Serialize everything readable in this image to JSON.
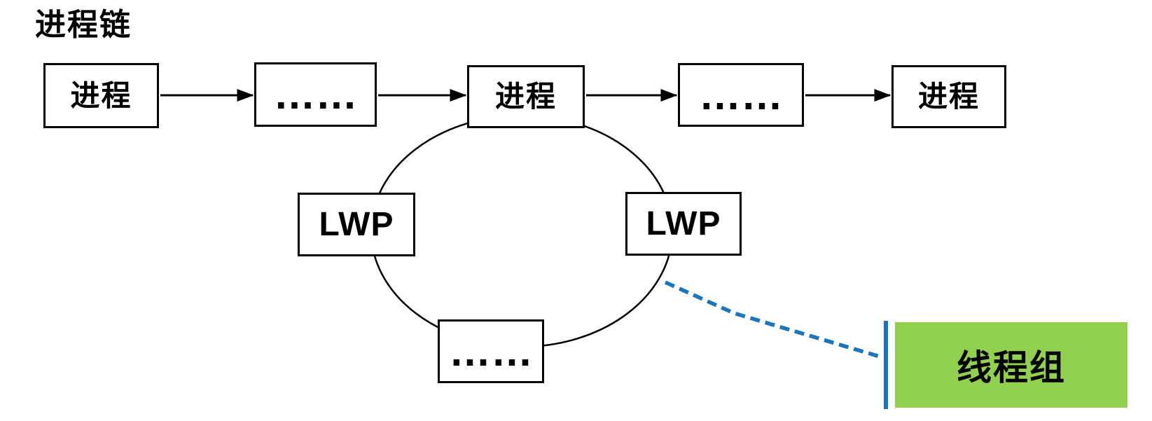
{
  "diagram": {
    "title": "进程链",
    "process_chain": {
      "nodes": [
        {
          "label": "进程",
          "type": "process"
        },
        {
          "label": "……",
          "type": "ellipsis"
        },
        {
          "label": "进程",
          "type": "process"
        },
        {
          "label": "……",
          "type": "ellipsis"
        },
        {
          "label": "进程",
          "type": "process"
        }
      ]
    },
    "thread_ring": {
      "left_lwp_label": "LWP",
      "right_lwp_label": "LWP",
      "more_threads_label": "……"
    },
    "annotation": {
      "label": "线程组",
      "highlight_color": "#92d050",
      "connector_color": "#1b75bc"
    },
    "line_color": "#000000",
    "background_color": "#ffffff"
  }
}
